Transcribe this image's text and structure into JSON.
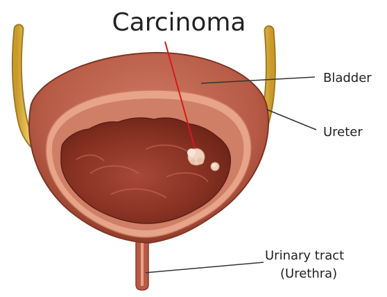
{
  "diagram": {
    "title": "Carcinoma",
    "labels": {
      "bladder": "Bladder",
      "ureter": "Ureter",
      "urinary_tract_line1": "Urinary tract",
      "urinary_tract_line2": "(Urethra)"
    },
    "colors": {
      "background": "#ffffff",
      "bladder_outer": "#b65a45",
      "bladder_wall_light": "#e7a488",
      "bladder_inner": "#8a3324",
      "ureter": "#e3bd4a",
      "tumor": "#f0d2bf",
      "pointer_line": "#d7191c",
      "leader_line": "#333333"
    }
  }
}
